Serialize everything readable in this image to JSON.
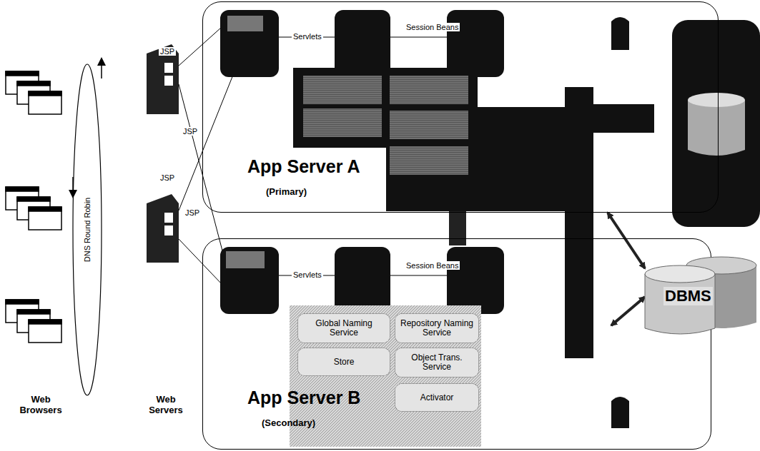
{
  "diagram": {
    "nodes": [
      {
        "text": [
          "App Server A",
          "(Primary)"
        ]
      },
      {
        "text": [
          "App Server B",
          "(Secondary)"
        ]
      },
      {
        "text": [
          "Global Naming Service"
        ],
        "in": 1
      },
      {
        "text": [
          "Repository Naming Service"
        ],
        "in": 1
      },
      {
        "text": [
          "Store"
        ],
        "in": 1
      },
      {
        "text": [
          "Object Trans. Service"
        ],
        "in": 1
      },
      {
        "text": [
          "Activator"
        ],
        "in": 1
      },
      {
        "text": [
          "DBMS"
        ]
      }
    ],
    "edges": [
      {
        "from": 7,
        "to": 0,
        "arrow": "both"
      },
      {
        "from": 7,
        "to": 1,
        "arrow": "both"
      }
    ],
    "labels": [
      "JSP",
      "JSP",
      "JSP",
      "JSP",
      "Servlets",
      "Session Beans",
      "Servlets",
      "Session Beans",
      "DNS Round Robin",
      "Web Browsers",
      "Web Servers"
    ]
  }
}
